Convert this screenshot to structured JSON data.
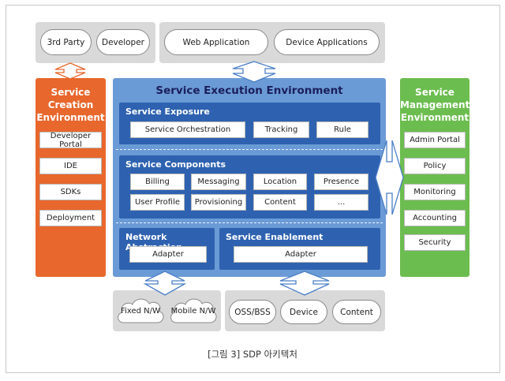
{
  "top_left_group": {
    "items": [
      "3rd Party",
      "Developer"
    ]
  },
  "top_center_group": {
    "items": [
      "Web Application",
      "Device Applications"
    ]
  },
  "creation": {
    "title_lines": [
      "Service",
      "Creation",
      "Environment"
    ],
    "items": [
      "Developer Portal",
      "IDE",
      "SDKs",
      "Deployment"
    ],
    "color": "#e8672d"
  },
  "execution": {
    "title": "Service Execution Environment",
    "color": "#6b9bd6",
    "panel_color": "#2e62b0",
    "exposure": {
      "title": "Service Exposure",
      "items": [
        "Service Orchestration",
        "Tracking",
        "Rule"
      ]
    },
    "components": {
      "title": "Service Components",
      "items": [
        "Billing",
        "Messaging",
        "Location",
        "Presence",
        "User Profile",
        "Provisioning",
        "Content",
        "..."
      ]
    },
    "network": {
      "title": "Network Abstraction",
      "items": [
        "Adapter"
      ]
    },
    "enablement": {
      "title": "Service Enablement",
      "items": [
        "Adapter"
      ]
    }
  },
  "management": {
    "title_lines": [
      "Service",
      "Management",
      "Environment"
    ],
    "items": [
      "Admin Portal",
      "Policy",
      "Monitoring",
      "Accounting",
      "Security"
    ],
    "color": "#6cbd4f"
  },
  "bottom_left_group": {
    "items": [
      "Fixed N/W",
      "Mobile N/W"
    ]
  },
  "bottom_right_group": {
    "items": [
      "OSS/BSS",
      "Device",
      "Content"
    ]
  },
  "caption": "[그림 3] SDP 아키텍처"
}
